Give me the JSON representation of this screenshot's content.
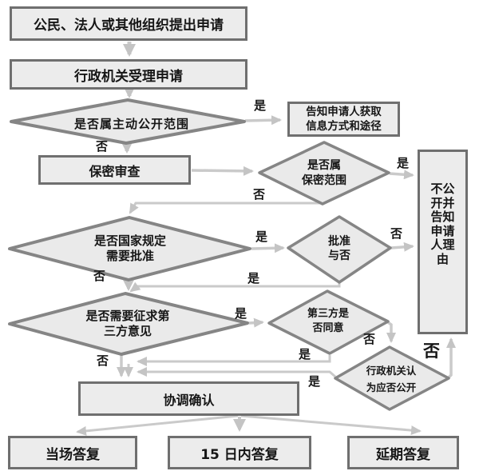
{
  "flowchart": {
    "labels": {
      "yes": "是",
      "no": "否"
    },
    "nodes": {
      "start": {
        "label": "公民、法人或其他组织提出申请"
      },
      "accept": {
        "label": "行政机关受理申请"
      },
      "is_public": {
        "label": "是否属主动公开范围"
      },
      "inform": {
        "line1": "告知申请人获取",
        "line2": "信息方式和途径"
      },
      "review": {
        "label": "保密审查"
      },
      "is_secret": {
        "line1": "是否属",
        "line2": "保密范围"
      },
      "not_public": {
        "label": "不公开并告知申请人理由"
      },
      "need_approval": {
        "line1": "是否国家规定",
        "line2": "需要批准"
      },
      "approve": {
        "line1": "批准",
        "line2": "与否"
      },
      "need_third": {
        "line1": "是否需要征求第",
        "line2": "三方意见"
      },
      "third_agree": {
        "line1": "第三方是",
        "line2": "否同意"
      },
      "agency_decide": {
        "line1": "行政机关认",
        "line2": "为应否公开"
      },
      "coordinate": {
        "label": "协调确认"
      },
      "reply_onspot": {
        "label": "当场答复"
      },
      "reply_15days": {
        "label": "15 日内答复"
      },
      "reply_delayed": {
        "label": "延期答复"
      }
    }
  }
}
